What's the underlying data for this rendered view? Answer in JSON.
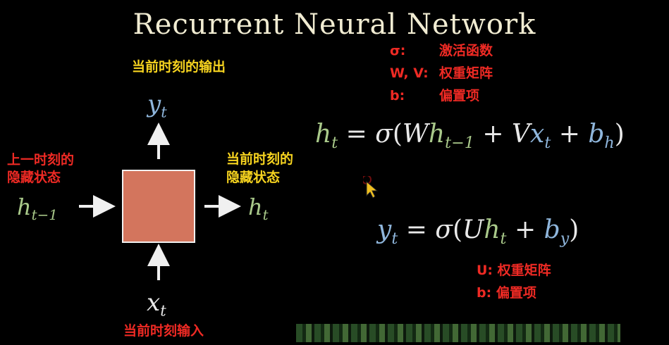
{
  "title": "Recurrent Neural Network",
  "labels": {
    "output_desc": "当前时刻的输出",
    "prev_hidden_desc_line1": "上一时刻的",
    "prev_hidden_desc_line2": "隐藏状态",
    "next_hidden_desc_line1": "当前时刻的",
    "next_hidden_desc_line2": "隐藏状态",
    "input_desc": "当前时刻输入"
  },
  "legend_top": [
    {
      "key": "σ:",
      "value": "激活函数"
    },
    {
      "key": "W, V:",
      "value": "权重矩阵"
    },
    {
      "key": "b:",
      "value": "偏置项"
    }
  ],
  "legend_bottom": [
    {
      "key": "U:",
      "value": "权重矩阵"
    },
    {
      "key": "b:",
      "value": "偏置项"
    }
  ],
  "colors": {
    "background": "#000000",
    "title": "#f1ecd2",
    "cell_fill": "#d3755d",
    "chinese_yellow": "#f6d31f",
    "chinese_red": "#ee2a24",
    "hidden_var": "#a9c98a",
    "io_var": "#8fb6dc"
  }
}
